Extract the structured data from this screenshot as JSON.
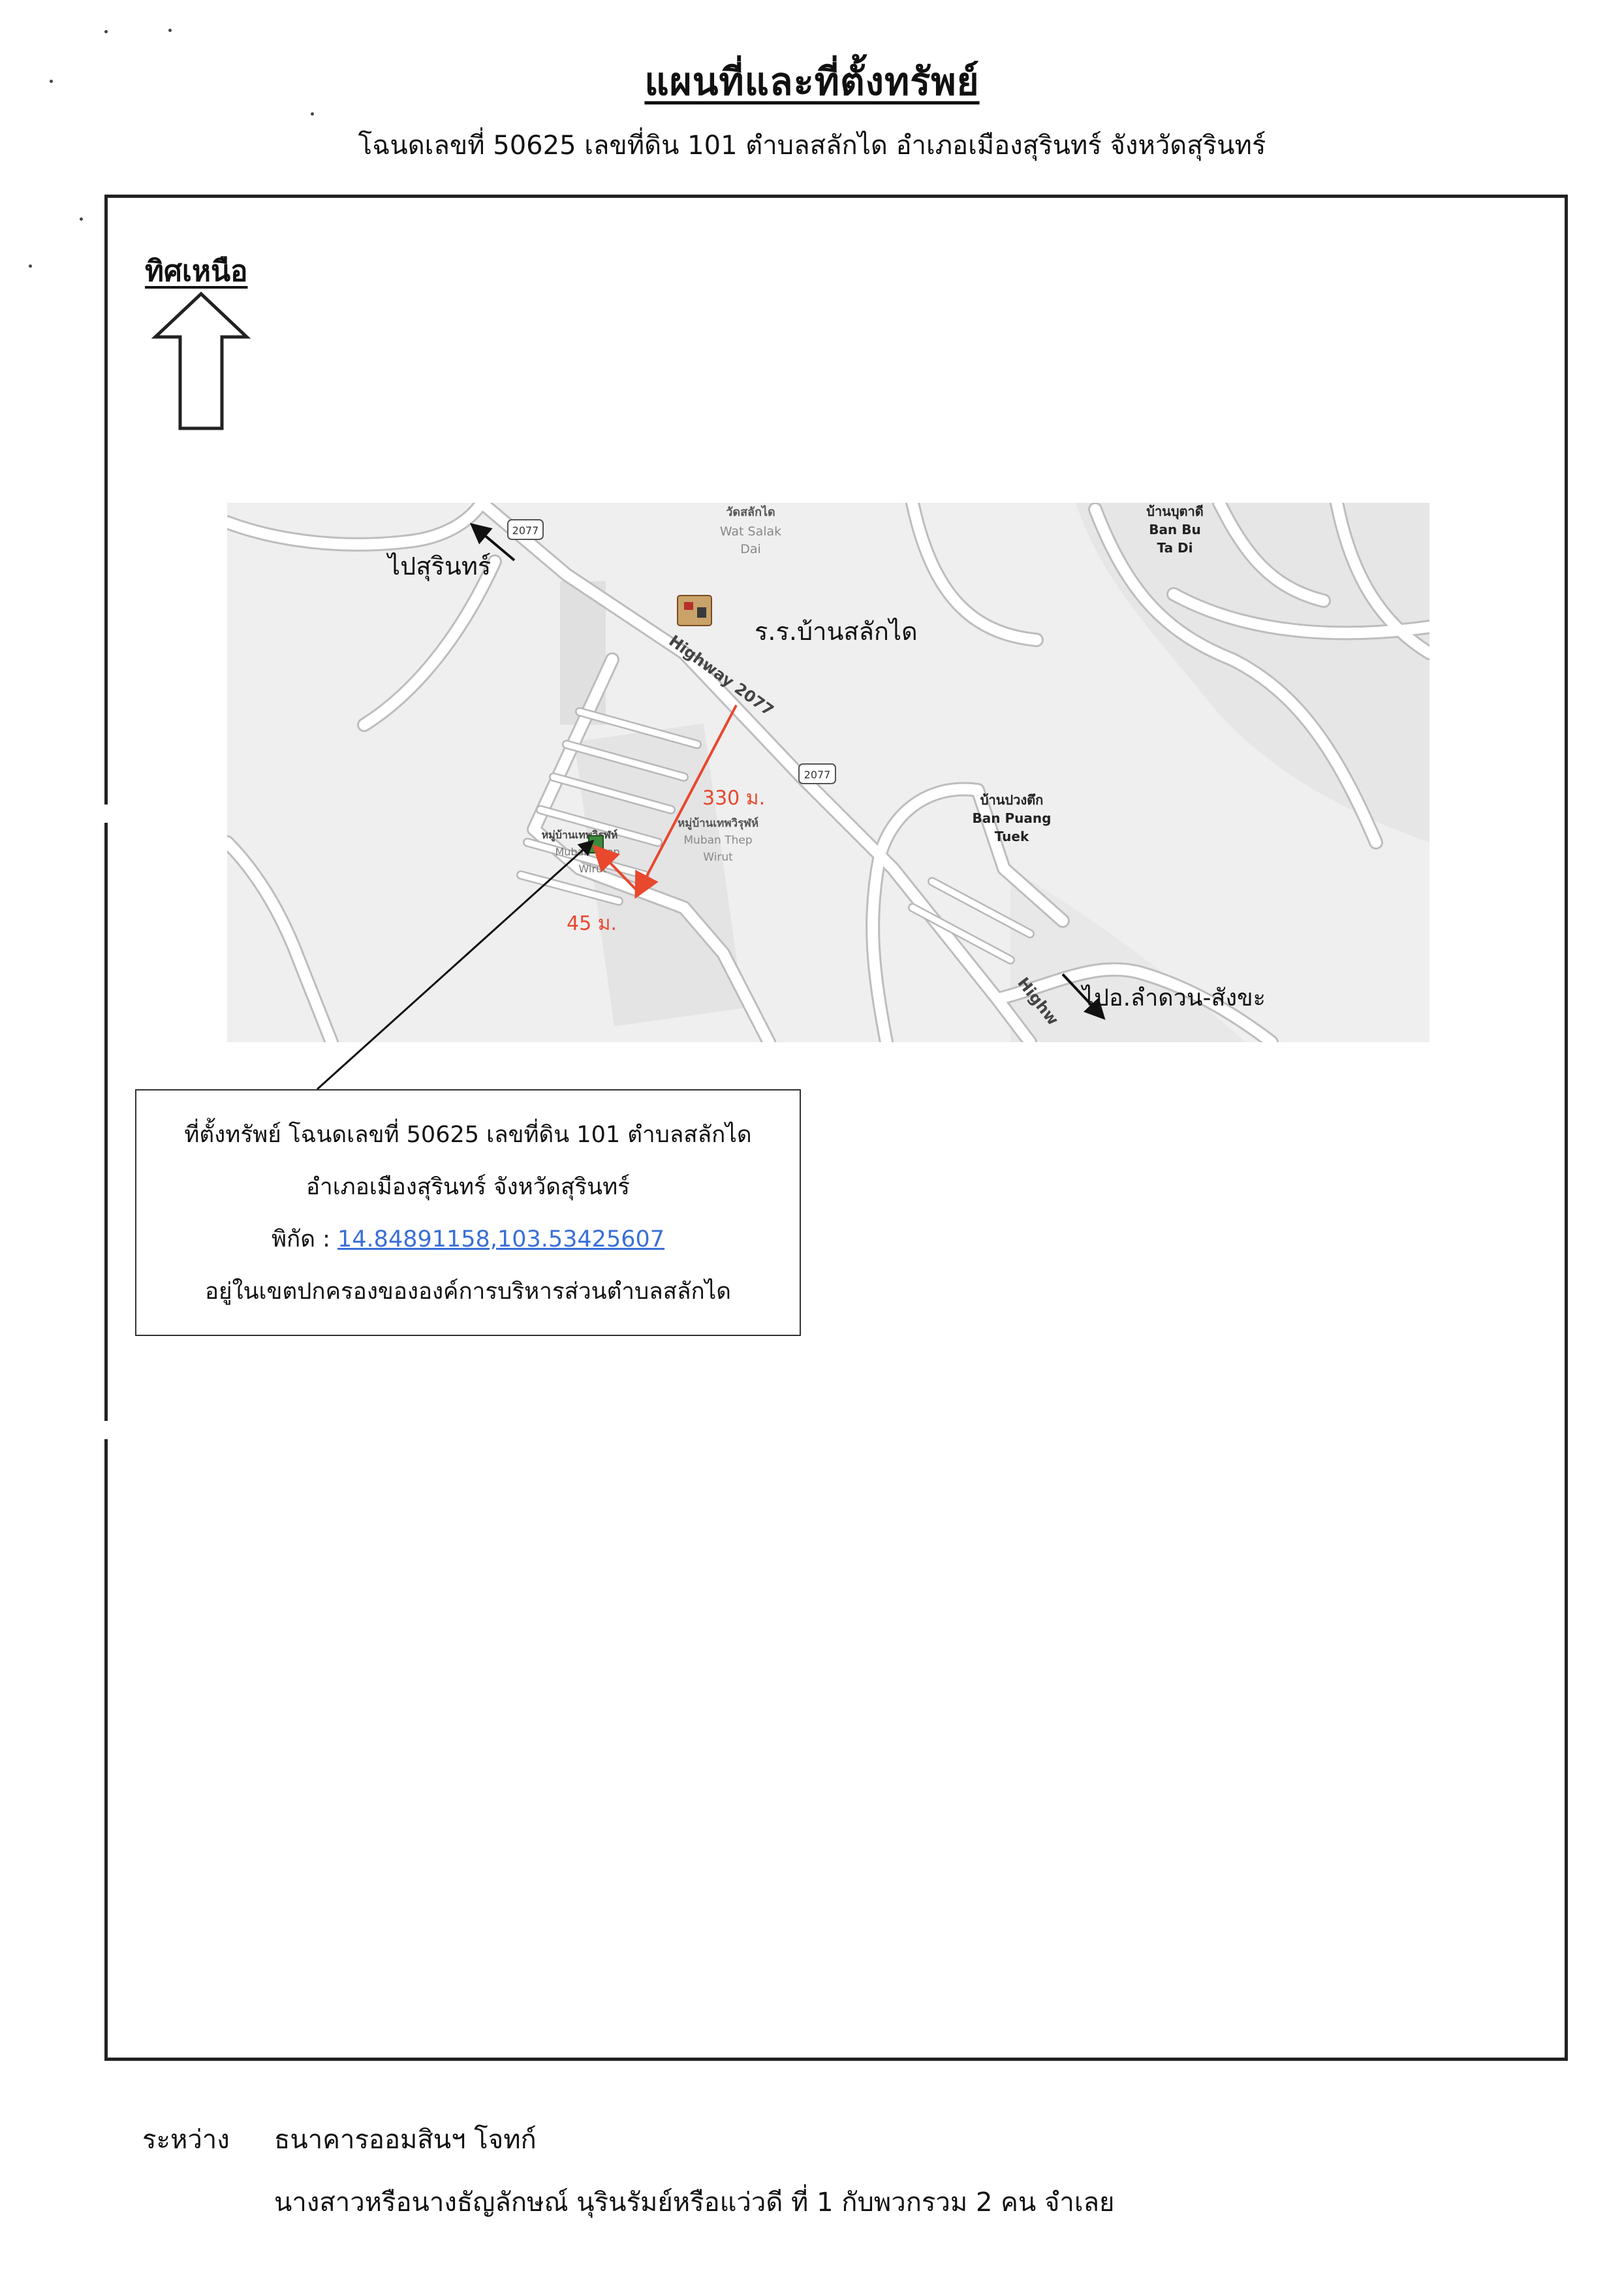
{
  "document": {
    "title": "แผนที่และที่ตั้งทรัพย์",
    "subtitle": "โฉนดเลขที่ 50625 เลขที่ดิน 101 ตำบลสลักได อำเภอเมืองสุรินทร์ จังหวัดสุรินทร์"
  },
  "north": {
    "label": "ทิศเหนือ",
    "icon": "north-arrow-icon"
  },
  "map": {
    "labels": {
      "to_surin": "ไปสุรินทร์",
      "to_lamduan": "ไปอ.ลำดวน-สังขะ",
      "school": "ร.ร.บ้านสลักได",
      "highway_shield": "2077",
      "highway_name": "Highway 2077",
      "highway_name_partial": "Highw",
      "distance_330": "330 ม.",
      "distance_45": "45 ม.",
      "wat_salak_dai_th": "วัดสลักได",
      "wat_salak_dai_en_1": "Wat Salak",
      "wat_salak_dai_en_2": "Dai",
      "ban_bu_ta_di_th": "บ้านบุตาดี",
      "ban_bu_ta_di_en_1": "Ban Bu",
      "ban_bu_ta_di_en_2": "Ta Di",
      "ban_puang_tuek_th": "บ้านปวงตึก",
      "ban_puang_tuek_en_1": "Ban Puang",
      "ban_puang_tuek_en_2": "Tuek",
      "muban_thep_wirut_th": "หมู่บ้านเทพวิรุฬห์",
      "muban_thep_wirut_en_1": "Muban Thep",
      "muban_thep_wirut_en_2": "Wirut",
      "muban_left_th": "หมู่บ้านเทพวิรุฬห์",
      "muban_left_en_1": "Muban Thep",
      "muban_left_en_2": "Wirut"
    },
    "colors": {
      "background": "#efefef",
      "road": "#ffffff",
      "road_edge": "#b8b8b8",
      "measure": "#e8482e",
      "water": "#e2e2e2"
    }
  },
  "info_box": {
    "line1": "ที่ตั้งทรัพย์ โฉนดเลขที่ 50625 เลขที่ดิน 101 ตำบลสลักได",
    "line2": "อำเภอเมืองสุรินทร์ จังหวัดสุรินทร์",
    "coord_prefix": "พิกัด : ",
    "coordinates": "14.84891158,103.53425607",
    "line4": "อยู่ในเขตปกครองขององค์การบริหารส่วนตำบลสลักได"
  },
  "footer": {
    "between_label": "ระหว่าง",
    "bank": "ธนาคารออมสินฯ โจทก์",
    "defendant": "นางสาวหรือนางธัญลักษณ์ นุรินรัมย์หรือแว่วดี ที่ 1 กับพวกรวม 2 คน  จำเลย"
  }
}
